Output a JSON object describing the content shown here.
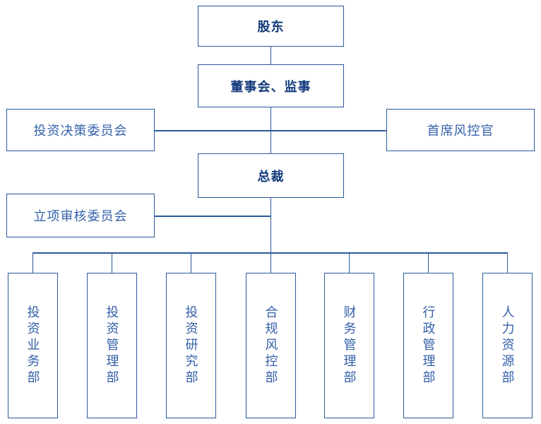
{
  "org_chart": {
    "nodes": {
      "shareholders": {
        "label": "股东"
      },
      "board_supervisors": {
        "label": "董事会、监事"
      },
      "investment_decision_committee": {
        "label": "投资决策委员会"
      },
      "chief_risk_officer": {
        "label": "首席风控官"
      },
      "president": {
        "label": "总裁"
      },
      "project_review_committee": {
        "label": "立项审核委员会"
      },
      "departments": [
        {
          "label": "投资业务部"
        },
        {
          "label": "投资管理部"
        },
        {
          "label": "投资研究部"
        },
        {
          "label": "合规风控部"
        },
        {
          "label": "财务管理部"
        },
        {
          "label": "行政管理部"
        },
        {
          "label": "人力资源部"
        }
      ]
    },
    "colors": {
      "box_border": "#2a5a9c",
      "connector_line": "#2a5a9c",
      "emphasis_text": "#133a7d",
      "text": "#3460a8",
      "background": "#ffffff"
    }
  }
}
